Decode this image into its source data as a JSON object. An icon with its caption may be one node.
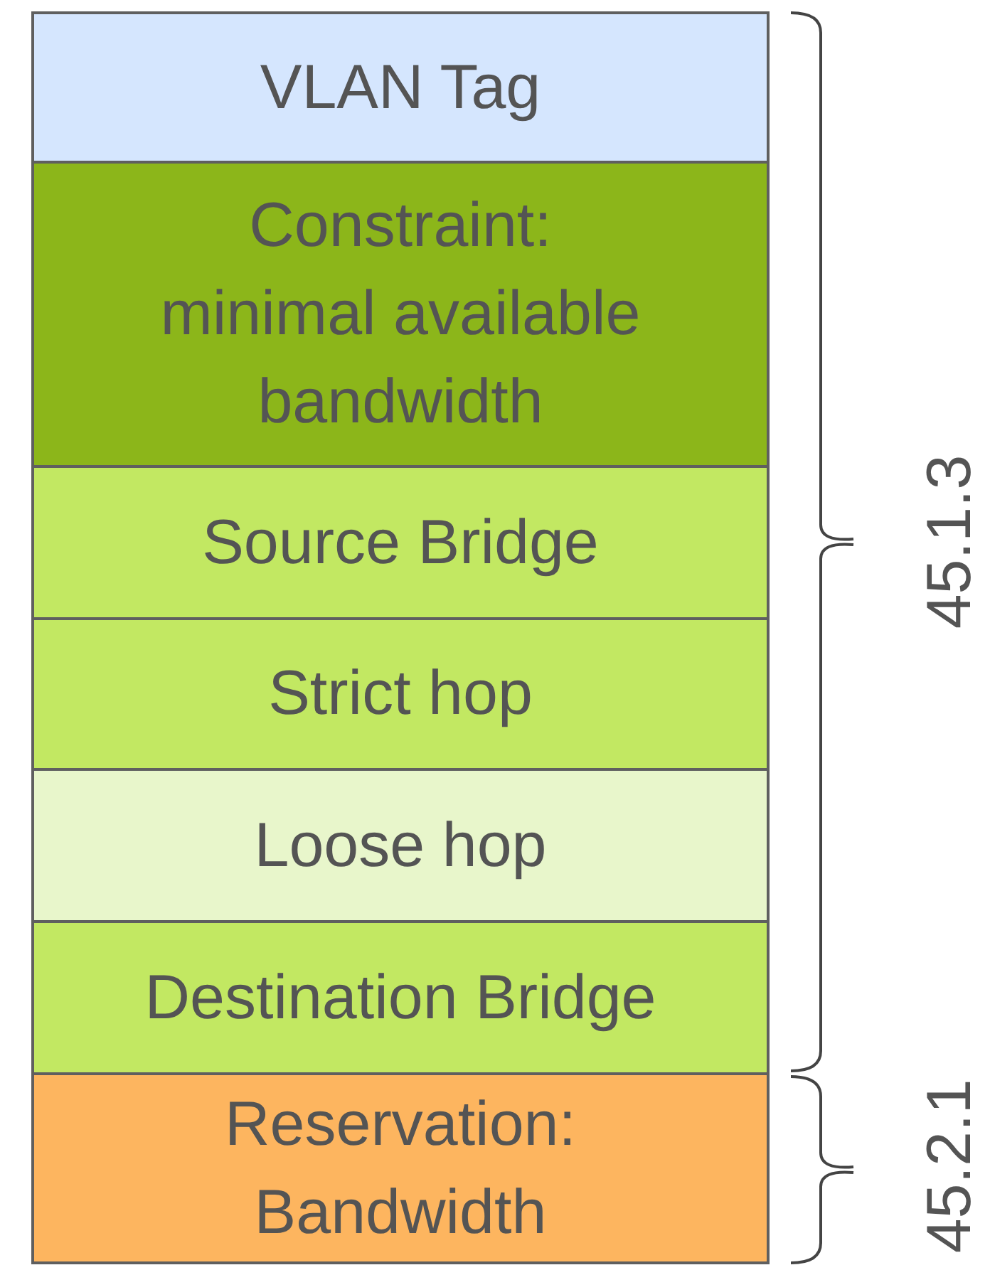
{
  "diagram": {
    "nodes": [
      {
        "text": [
          "VLAN Tag"
        ]
      },
      {
        "text": [
          "Constraint: minimal available bandwidth"
        ]
      },
      {
        "text": [
          "Source Bridge"
        ]
      },
      {
        "text": [
          "Strict hop"
        ]
      },
      {
        "text": [
          "Loose hop"
        ]
      },
      {
        "text": [
          "Destination Bridge"
        ]
      },
      {
        "text": [
          "Reservation: Bandwidth"
        ]
      }
    ],
    "labels": [
      "45.1.3",
      "45.2.1"
    ]
  }
}
